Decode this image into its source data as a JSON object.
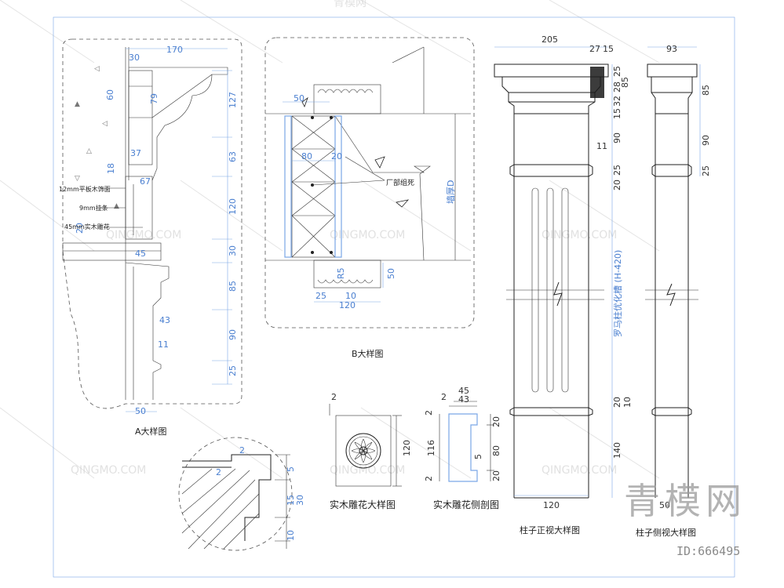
{
  "watermark": {
    "tile_text": "QINGMO.COM",
    "tile_text_cn": "青模网",
    "brand_cn": "青模网",
    "id_text": "ID:666495"
  },
  "detail_a": {
    "title": "A大样图",
    "top_dims": [
      "30",
      "170"
    ],
    "inner_dims": [
      "60",
      "79",
      "37",
      "18",
      "67",
      "20",
      "45"
    ],
    "right_dims": [
      "127",
      "63",
      "120",
      "30",
      "85",
      "90",
      "25"
    ],
    "bottom_dims": [
      "43",
      "11",
      "50"
    ],
    "labels": [
      "12mm平板木饰面",
      "9mm挂条",
      "45mm实木雕花"
    ]
  },
  "detail_b": {
    "title": "B大样图",
    "dims": [
      "50",
      "80",
      "20",
      "R5",
      "25",
      "10",
      "120",
      "50"
    ],
    "note": "厂部组死",
    "wall_label": "墙厚D"
  },
  "zoom_detail": {
    "dims": [
      "2",
      "2",
      "5",
      "30",
      "15",
      "10"
    ]
  },
  "carving": {
    "title": "实木雕花大样图",
    "dims": [
      "2",
      "120"
    ]
  },
  "carving_section": {
    "title": "实木雕花侧剖图",
    "dims": [
      "45",
      "43",
      "2",
      "2",
      "2",
      "116",
      "5",
      "20",
      "80",
      "20"
    ]
  },
  "column_front": {
    "title": "柱子正视大样图",
    "top_dims": [
      "205",
      "27",
      "15"
    ],
    "right_dims": [
      "25",
      "28",
      "85",
      "32",
      "15",
      "90",
      "11",
      "20",
      "25",
      "20",
      "10",
      "140"
    ],
    "bottom_dim": "120",
    "note": "罗马柱优化槽 (H-420)"
  },
  "column_side": {
    "title": "柱子侧视大样图",
    "top_dim": "93",
    "right_dims": [
      "85",
      "90",
      "25"
    ],
    "bottom_dim": "50"
  }
}
